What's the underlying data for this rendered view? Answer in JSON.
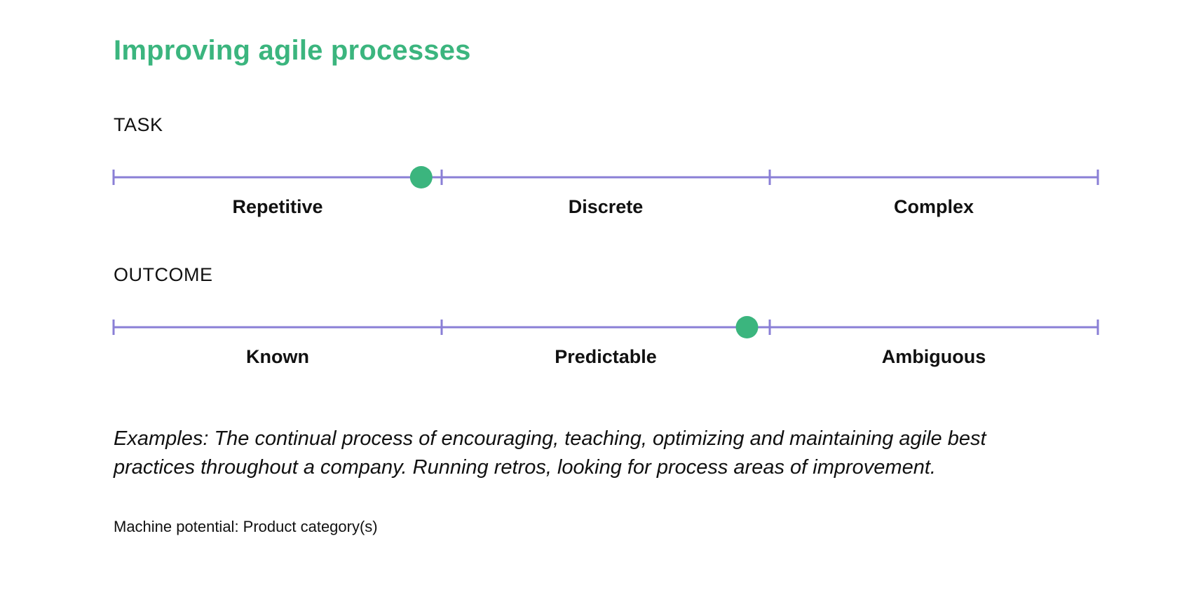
{
  "title": "Improving agile processes",
  "colors": {
    "accent": "#3bb57e",
    "scale_line": "#8a7fd6",
    "text": "#111111"
  },
  "task": {
    "label": "TASK",
    "segments": [
      "Repetitive",
      "Discrete",
      "Complex"
    ],
    "marker_position": 0.3125
  },
  "outcome": {
    "label": "OUTCOME",
    "segments": [
      "Known",
      "Predictable",
      "Ambiguous"
    ],
    "marker_position": 0.6435
  },
  "examples": "Examples: The continual process of encouraging, teaching, optimizing and maintaining agile best practices throughout a company. Running retros, looking for process areas of improvement.",
  "machine_potential": "Machine potential: Product category(s)"
}
